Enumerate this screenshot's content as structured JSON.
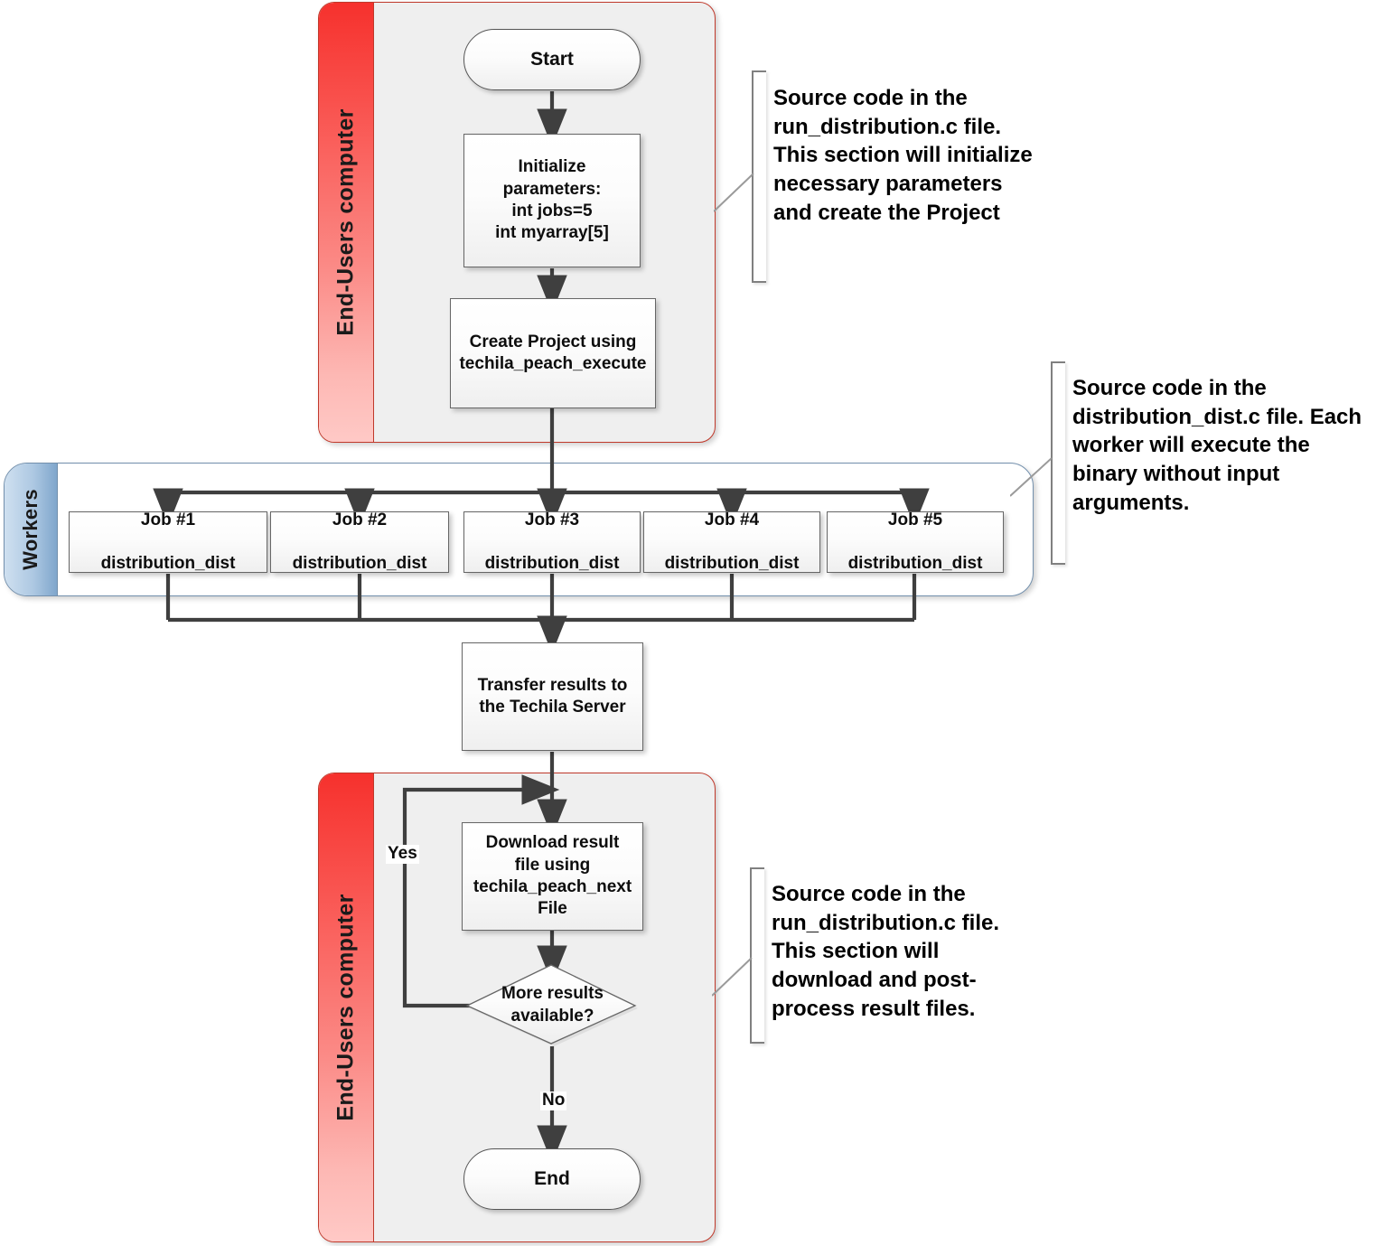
{
  "diagram": {
    "title": "Techila distribution workflow flowchart"
  },
  "lanes": {
    "top_lane_label": "End-Users computer",
    "workers_lane_label": "Workers",
    "bottom_lane_label": "End-Users computer"
  },
  "nodes": {
    "start": "Start",
    "initialize": "Initialize\nparameters:\nint jobs=5\nint myarray[5]",
    "create_project": "Create Project using\ntechila_peach_execute",
    "transfer_results": "Transfer results to\nthe Techila Server",
    "download_result": "Download result\nfile using\ntechila_peach_next\nFile",
    "decision": "More results\navailable?",
    "end": "End"
  },
  "jobs": [
    {
      "title": "Job #1",
      "binary": "distribution_dist"
    },
    {
      "title": "Job #2",
      "binary": "distribution_dist"
    },
    {
      "title": "Job #3",
      "binary": "distribution_dist"
    },
    {
      "title": "Job #4",
      "binary": "distribution_dist"
    },
    {
      "title": "Job #5",
      "binary": "distribution_dist"
    }
  ],
  "edge_labels": {
    "yes": "Yes",
    "no": "No"
  },
  "annotations": [
    {
      "id": "annotation-initialize",
      "text": "Source code in the run_distribution.c file. This section will initialize necessary parameters and create the Project"
    },
    {
      "id": "annotation-workers",
      "text": "Source code in the distribution_dist.c file. Each worker will execute the binary without input arguments."
    },
    {
      "id": "annotation-download",
      "text": "Source code in the run_distribution.c file. This section will download and post-process result files."
    }
  ],
  "colors": {
    "lane_red_border": "#c0392b",
    "lane_red_band_top": "#f6312d",
    "lane_red_band_bottom": "#ffc9c6",
    "lane_blue_border": "#7390ad",
    "lane_blue_band": "#7fa6cc",
    "lane_fill": "#efefef",
    "node_border": "#666666",
    "connector": "#3f3f3f",
    "bracket": "#808080"
  }
}
